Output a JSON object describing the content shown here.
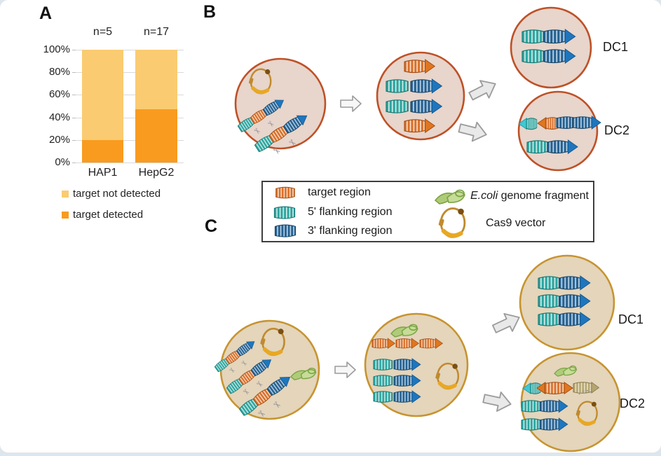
{
  "panel_labels": {
    "a": "A",
    "b": "B",
    "c": "C"
  },
  "dc_labels": {
    "b_dc1": "DC1",
    "b_dc2": "DC2",
    "c_dc1": "DC1",
    "c_dc2": "DC2"
  },
  "legend_box": {
    "target_region": "target region",
    "flank5": "5' flanking region",
    "flank3": "3' flanking region",
    "ecoli_italic": "E.coli",
    "ecoli_rest": " genome fragment",
    "cas9": "Cas9 vector"
  },
  "chart_data": {
    "type": "bar",
    "stacked": true,
    "title": "",
    "categories": [
      "HAP1",
      "HepG2"
    ],
    "n_labels": [
      "n=5",
      "n=17"
    ],
    "series": [
      {
        "name": "target detected",
        "values": [
          20,
          47
        ],
        "color": "#F99B1E"
      },
      {
        "name": "target not detected",
        "values": [
          80,
          53
        ],
        "color": "#FACB71"
      }
    ],
    "legend_order": [
      "target not detected",
      "target detected"
    ],
    "xlabel": "",
    "ylabel": "",
    "y_ticks": [
      "100%",
      "80%",
      "60%",
      "40%",
      "20%",
      "0%"
    ],
    "ylim": [
      0,
      100
    ],
    "grid": true,
    "legend_position": "below-left"
  },
  "colors": {
    "cell_b_fill": "#E8D5CB",
    "cell_b_border": "#BE5127",
    "cell_c_fill": "#E4D5BB",
    "cell_c_border": "#C79430",
    "target_orange": "#D9702B",
    "flank5_teal": "#2EA5A0",
    "flank3_blue": "#27618F",
    "flank3_head_blue": "#1E76BE",
    "khaki": "#B5A671",
    "cyan_head": "#3FC8D4",
    "cas9_gold": "#C08A2E",
    "cas9_bright_gold": "#E8A823",
    "ecoli_green": "#AFCB7A",
    "scissors_gray": "#8F8F97",
    "process_arrow_fill": "#E9E9E9",
    "process_arrow_stroke": "#9C9C9C",
    "gridline_gray": "#D9D9D9"
  }
}
